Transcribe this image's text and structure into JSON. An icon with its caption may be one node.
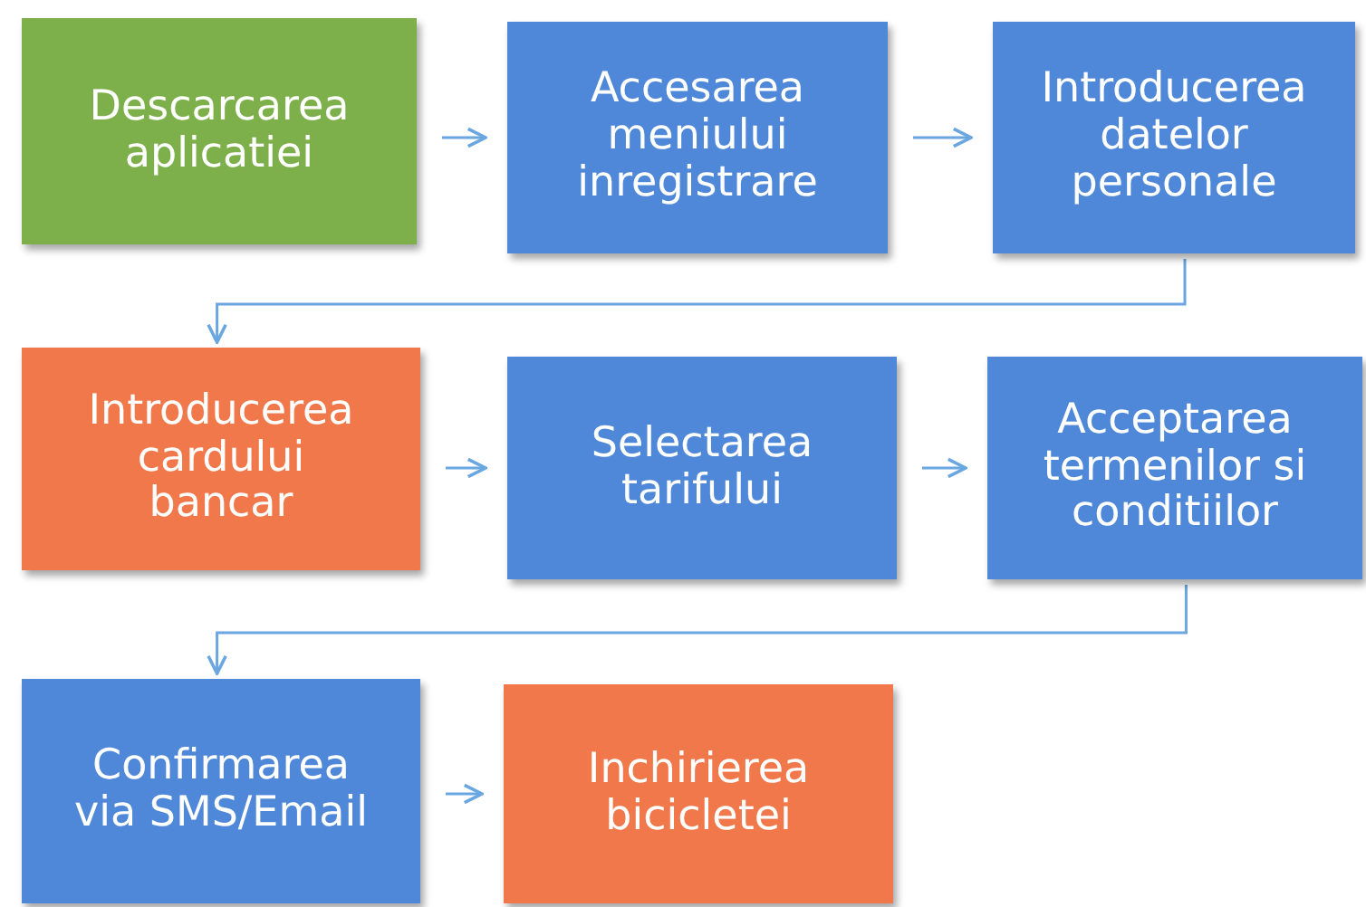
{
  "diagram": {
    "nodes": [
      {
        "text": [
          "Descarcarea aplicatiei"
        ]
      },
      {
        "text": [
          "Accesarea meniului inregistrare"
        ]
      },
      {
        "text": [
          "Introducerea datelor personale"
        ]
      },
      {
        "text": [
          "Introducerea cardului bancar"
        ]
      },
      {
        "text": [
          "Selectarea tarifului"
        ]
      },
      {
        "text": [
          "Acceptarea termenilor si conditiilor"
        ]
      },
      {
        "text": [
          "Confirmarea via SMS/Email"
        ]
      },
      {
        "text": [
          "Inchirierea bicicletei"
        ]
      }
    ],
    "edges": [
      {
        "from": 0,
        "to": 1,
        "arrow": "to"
      },
      {
        "from": 1,
        "to": 2,
        "arrow": "to"
      },
      {
        "from": 2,
        "to": 3,
        "arrow": "to"
      },
      {
        "from": 3,
        "to": 4,
        "arrow": "to"
      },
      {
        "from": 4,
        "to": 5,
        "arrow": "to"
      },
      {
        "from": 5,
        "to": 6,
        "arrow": "to"
      },
      {
        "from": 6,
        "to": 7,
        "arrow": "to"
      }
    ]
  }
}
